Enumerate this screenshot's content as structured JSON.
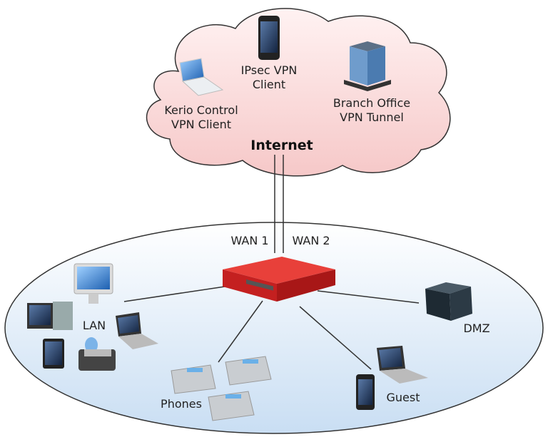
{
  "cloud": {
    "title": "Internet",
    "items": [
      {
        "icon": "laptop-icon",
        "lines": [
          "Kerio Control",
          "VPN Client"
        ]
      },
      {
        "icon": "smartphone-icon",
        "lines": [
          "IPsec VPN",
          "Client"
        ]
      },
      {
        "icon": "office-building-icon",
        "lines": [
          "Branch Office",
          "VPN Tunnel"
        ]
      }
    ]
  },
  "wan": [
    "WAN 1",
    "WAN 2"
  ],
  "network": {
    "router_icon": "firewall-appliance-icon",
    "segments": [
      {
        "label": "LAN",
        "icons": [
          "imac-icon",
          "desktop-pc-icon",
          "laptop-icon",
          "tablet-icon",
          "printer-icon"
        ]
      },
      {
        "label": "Phones",
        "icons": [
          "desk-phone-icon",
          "desk-phone-icon",
          "desk-phone-icon"
        ]
      },
      {
        "label": "Guest",
        "icons": [
          "smartphone-icon",
          "laptop-icon"
        ]
      },
      {
        "label": "DMZ",
        "icons": [
          "server-icon"
        ]
      }
    ]
  },
  "colors": {
    "cloud_fill": "#f9d6d6",
    "lan_fill": "#d8e8f7",
    "router": "#d42a2a"
  }
}
